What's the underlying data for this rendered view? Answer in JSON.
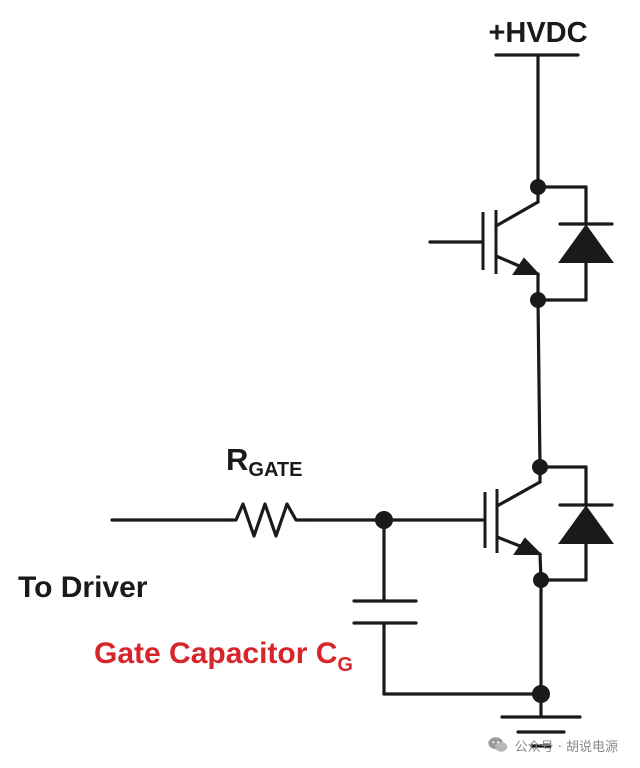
{
  "labels": {
    "supply": "+HVDC",
    "resistor_main": "R",
    "resistor_sub": "GATE",
    "driver": "To Driver",
    "capacitor_main": "Gate Capacitor C",
    "capacitor_sub": "G"
  },
  "watermark": {
    "text": "公众号 · 胡说电源",
    "icon": "wechat-icon"
  },
  "colors": {
    "line": "#1a1a1a",
    "accent_red": "#d7262b",
    "watermark": "#8a8a8a"
  }
}
